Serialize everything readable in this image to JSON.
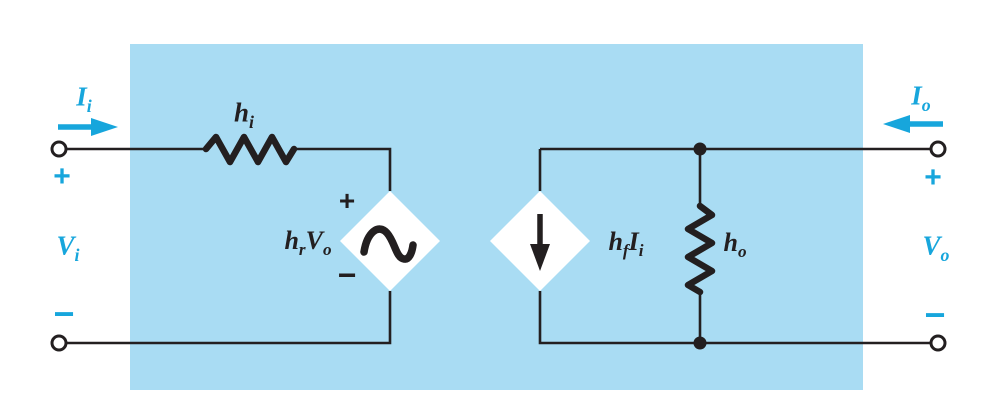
{
  "colors": {
    "background": "#ffffff",
    "region_fill": "#a9dcf3",
    "accent": "#17a6dc",
    "line": "#231f20",
    "source_fill": "#ffffff"
  },
  "signs": {
    "plus": "+",
    "minus": "−"
  },
  "labels": {
    "input_current": {
      "base": "I",
      "sub": "i"
    },
    "input_voltage": {
      "base": "V",
      "sub": "i"
    },
    "output_current": {
      "base": "I",
      "sub": "o"
    },
    "output_voltage": {
      "base": "V",
      "sub": "o"
    },
    "series_resistor": {
      "base": "h",
      "sub": "i"
    },
    "shunt_resistor": {
      "base": "h",
      "sub": "o"
    },
    "voltage_source": {
      "base1": "h",
      "sub1": "r",
      "base2": "V",
      "sub2": "o"
    },
    "current_source": {
      "base1": "h",
      "sub1": "f",
      "base2": "I",
      "sub2": "i"
    }
  },
  "symbols": {
    "voltage_source_icon": "sine-wave",
    "current_source_icon": "down-arrow",
    "resistor_icon": "zigzag",
    "terminal_icon": "open-circle",
    "junction_icon": "filled-dot"
  }
}
